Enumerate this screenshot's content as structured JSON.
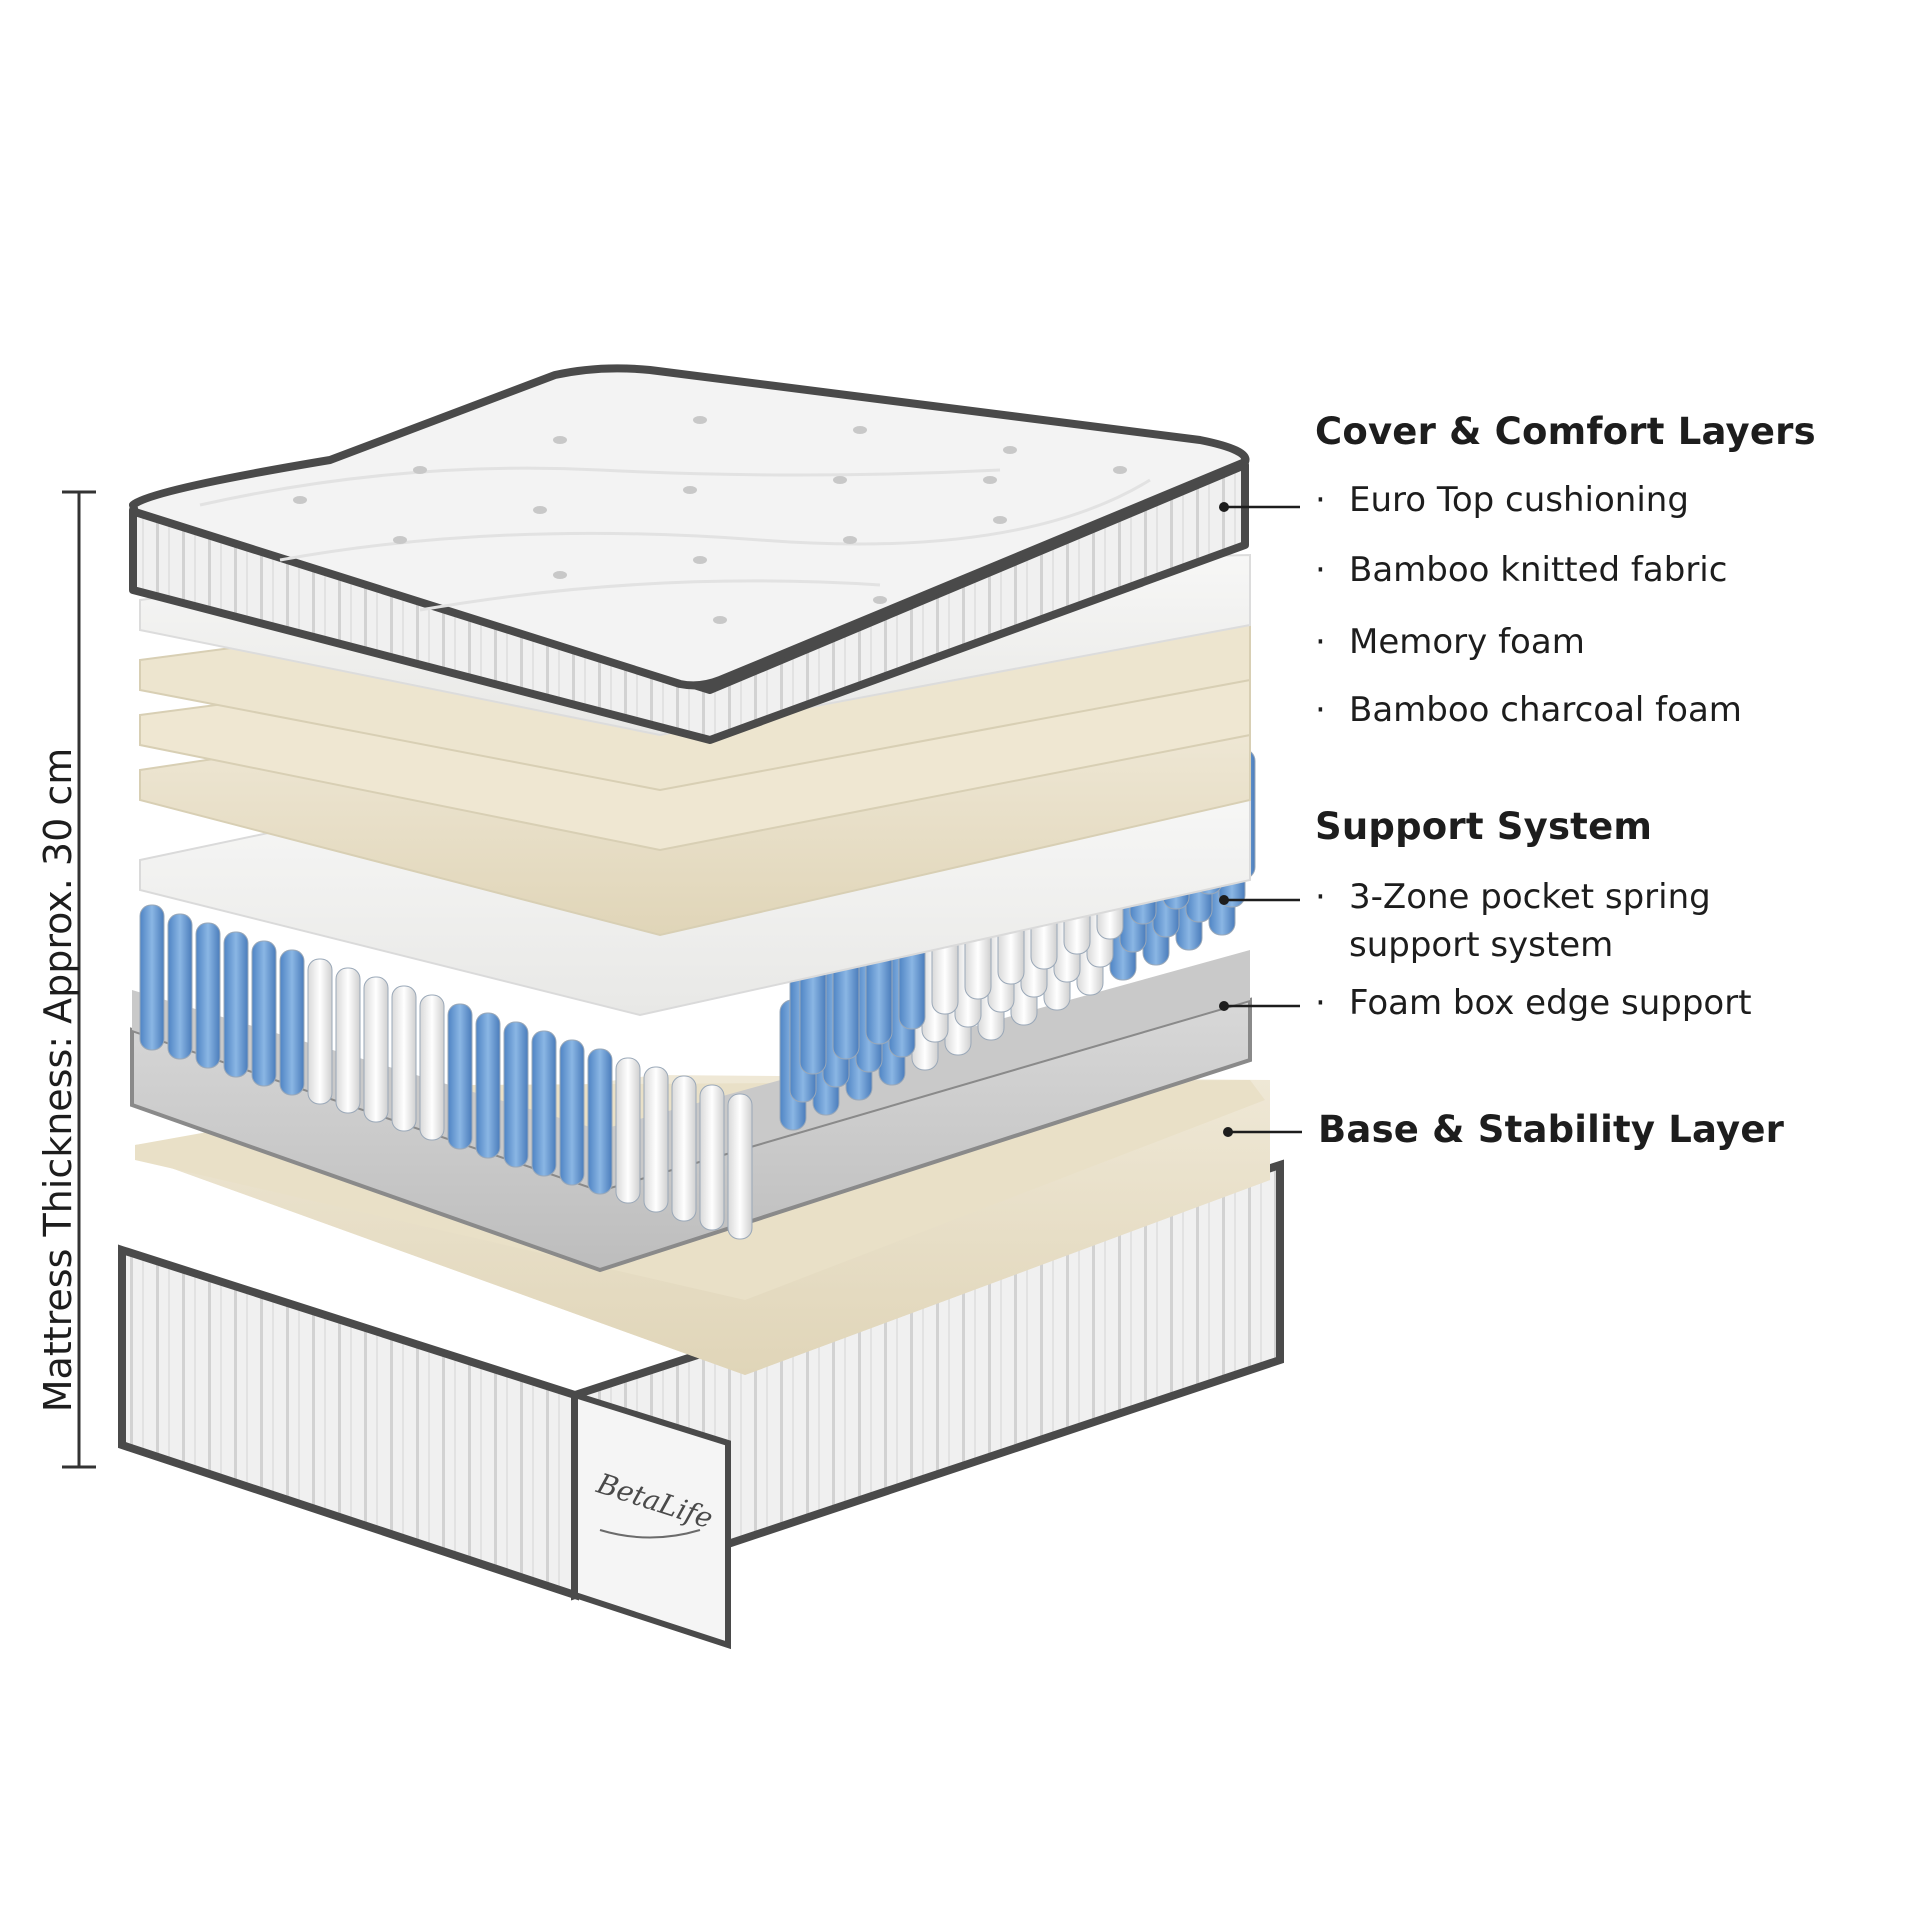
{
  "thickness_label": "Mattress Thickness: Approx. 30 cm",
  "brand_logo_text": "BetaLife",
  "sections": [
    {
      "title": "Cover & Comfort Layers",
      "items": [
        "Euro Top cushioning",
        "Bamboo knitted fabric",
        "Memory foam",
        "Bamboo charcoal foam"
      ]
    },
    {
      "title": "Support System",
      "items": [
        "3-Zone pocket spring",
        "support system",
        "Foam box edge support"
      ]
    },
    {
      "title": "Base & Stability Layer",
      "items": []
    }
  ],
  "colors": {
    "background": "#ffffff",
    "trim": "#4a4a4a",
    "fabric": "#f2f2f2",
    "foam_white": "#f5f5f3",
    "foam_cream": "#ede6d2",
    "spring_blue": "#6f9fd4",
    "spring_white": "#f7f7f7",
    "edge_grey": "#cfcfcf",
    "base_foam": "#e6dcc0"
  }
}
